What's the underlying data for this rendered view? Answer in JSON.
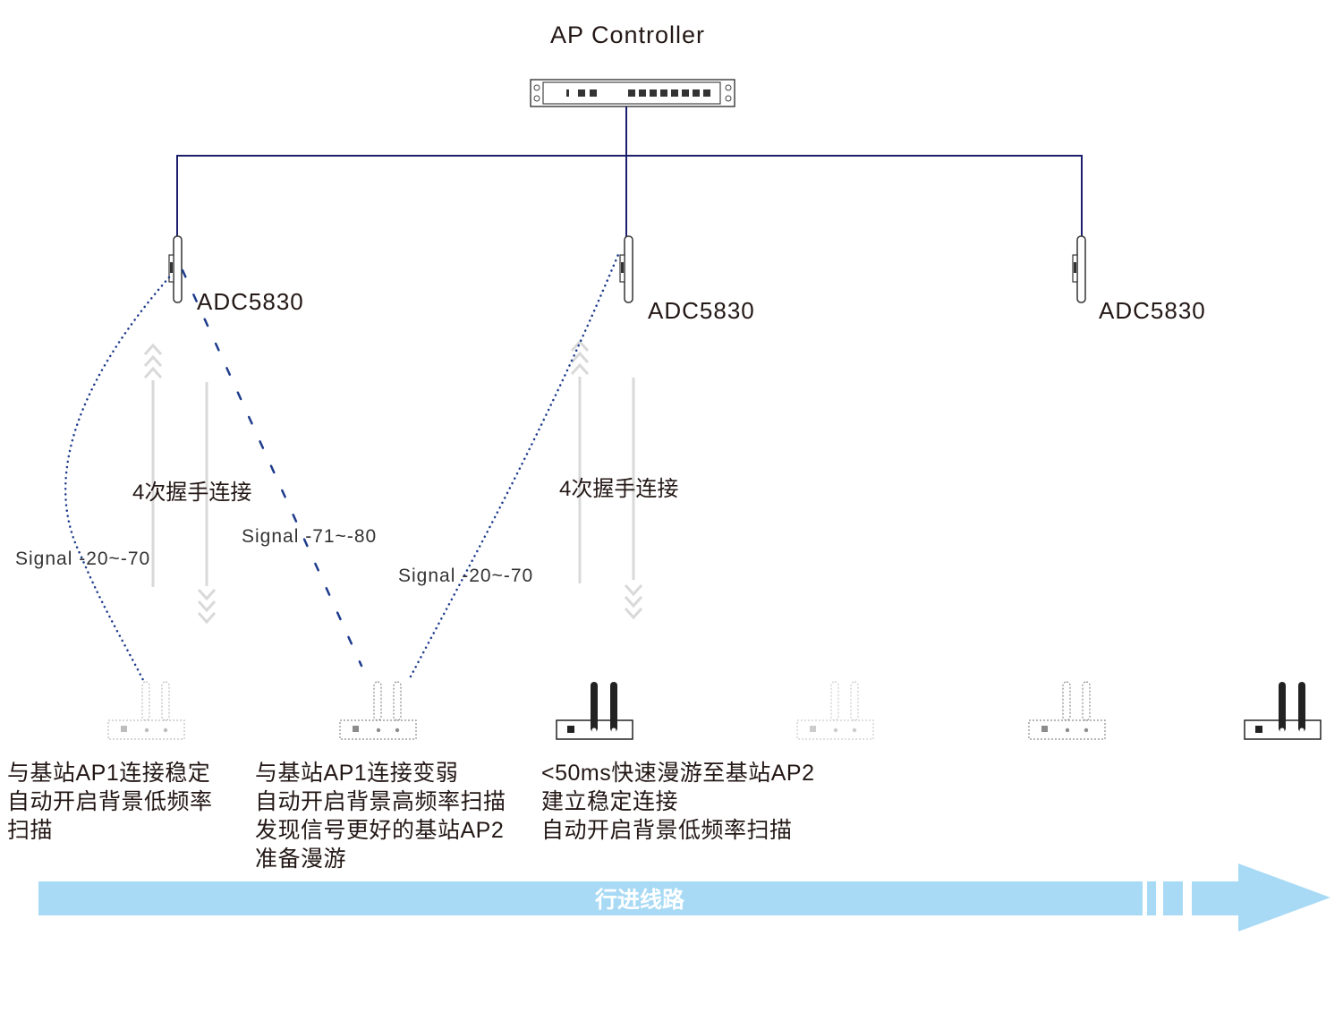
{
  "controller": {
    "label": "AP Controller"
  },
  "access_points": [
    {
      "label": "ADC5830"
    },
    {
      "label": "ADC5830"
    },
    {
      "label": "ADC5830"
    }
  ],
  "signals": [
    {
      "label": "Signal -20~-70"
    },
    {
      "label": "Signal -71~-80"
    },
    {
      "label": "Signal -20~-70"
    }
  ],
  "handshakes": [
    {
      "label": "4次握手连接"
    },
    {
      "label": "4次握手连接"
    }
  ],
  "descriptions": [
    {
      "text": "与基站AP1连接稳定\n自动开启背景低频率\n扫描"
    },
    {
      "text": "与基站AP1连接变弱\n自动开启背景高频率扫描\n发现信号更好的基站AP2\n准备漫游"
    },
    {
      "text": "<50ms快速漫游至基站AP2\n建立稳定连接\n自动开启背景低频率扫描"
    }
  ],
  "route": {
    "label": "行进线路"
  },
  "colors": {
    "wire": "#1b1f6b",
    "dotted_link": "#1e3c8c",
    "route_arrow": "#a8daf5",
    "handshake_arrow": "#d9d9d9",
    "client_active": "#222222",
    "client_faded": "#bdbdbd"
  }
}
